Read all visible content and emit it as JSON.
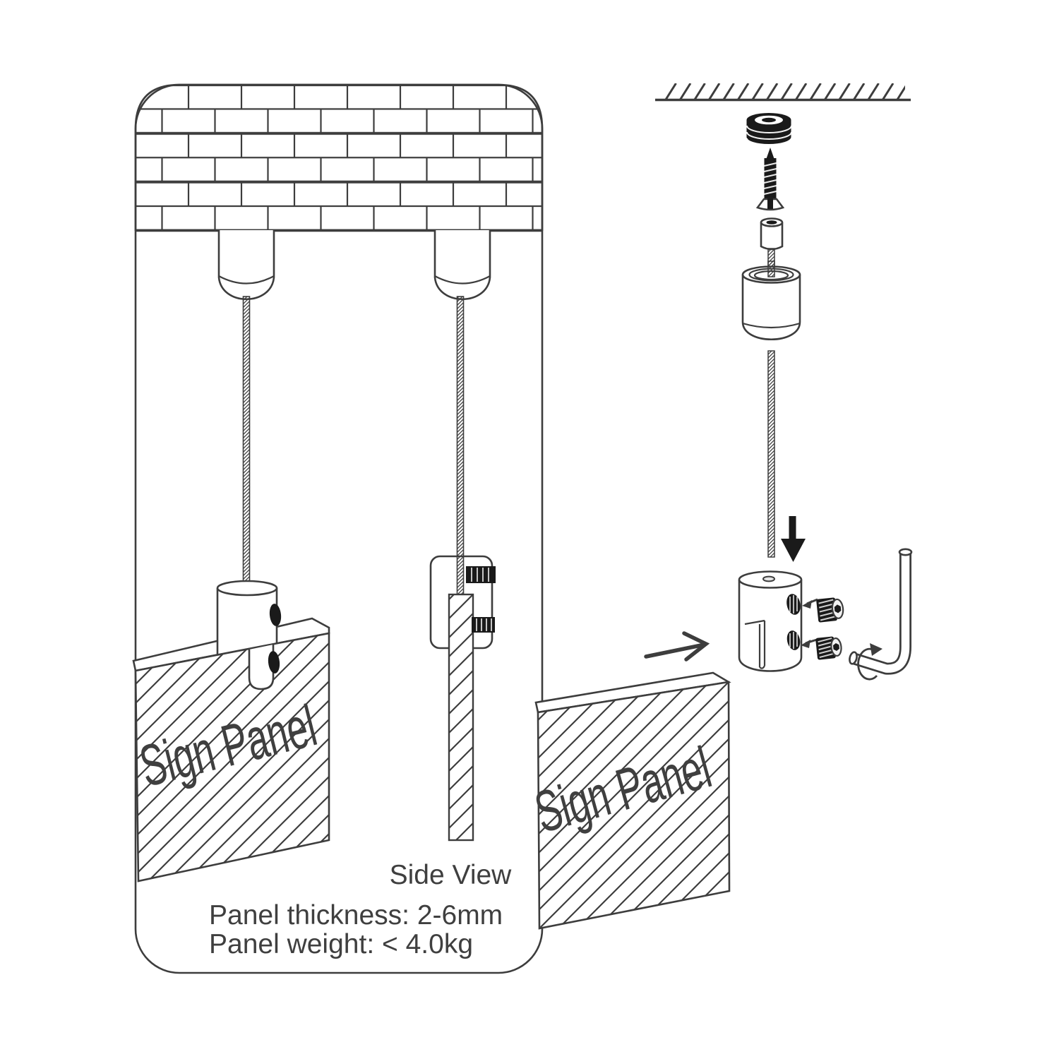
{
  "diagram": {
    "wall_view": {
      "sign_panel_label": "Sign Panel",
      "side_view_label": "Side View",
      "spec_line1": "Panel thickness: 2-6mm",
      "spec_line2": "Panel weight: < 4.0kg"
    },
    "exploded_view": {
      "sign_panel_label": "Sign Panel"
    },
    "icons": [
      "brick-wall",
      "ceiling-mount-icon",
      "suspension-cable-icon",
      "cable-gripper-icon",
      "wall-anchor-icon",
      "mounting-screw-icon",
      "cable-end-fitting-icon",
      "ceiling-coupler-icon",
      "set-screw-icon",
      "allen-key-icon",
      "down-arrow-icon",
      "insert-arrow-icon",
      "rotation-arrow-icon"
    ],
    "colors": {
      "line": "#3d3d3d",
      "text": "#3f3f3f",
      "dark": "#1a1a1a",
      "background": "#ffffff"
    }
  }
}
